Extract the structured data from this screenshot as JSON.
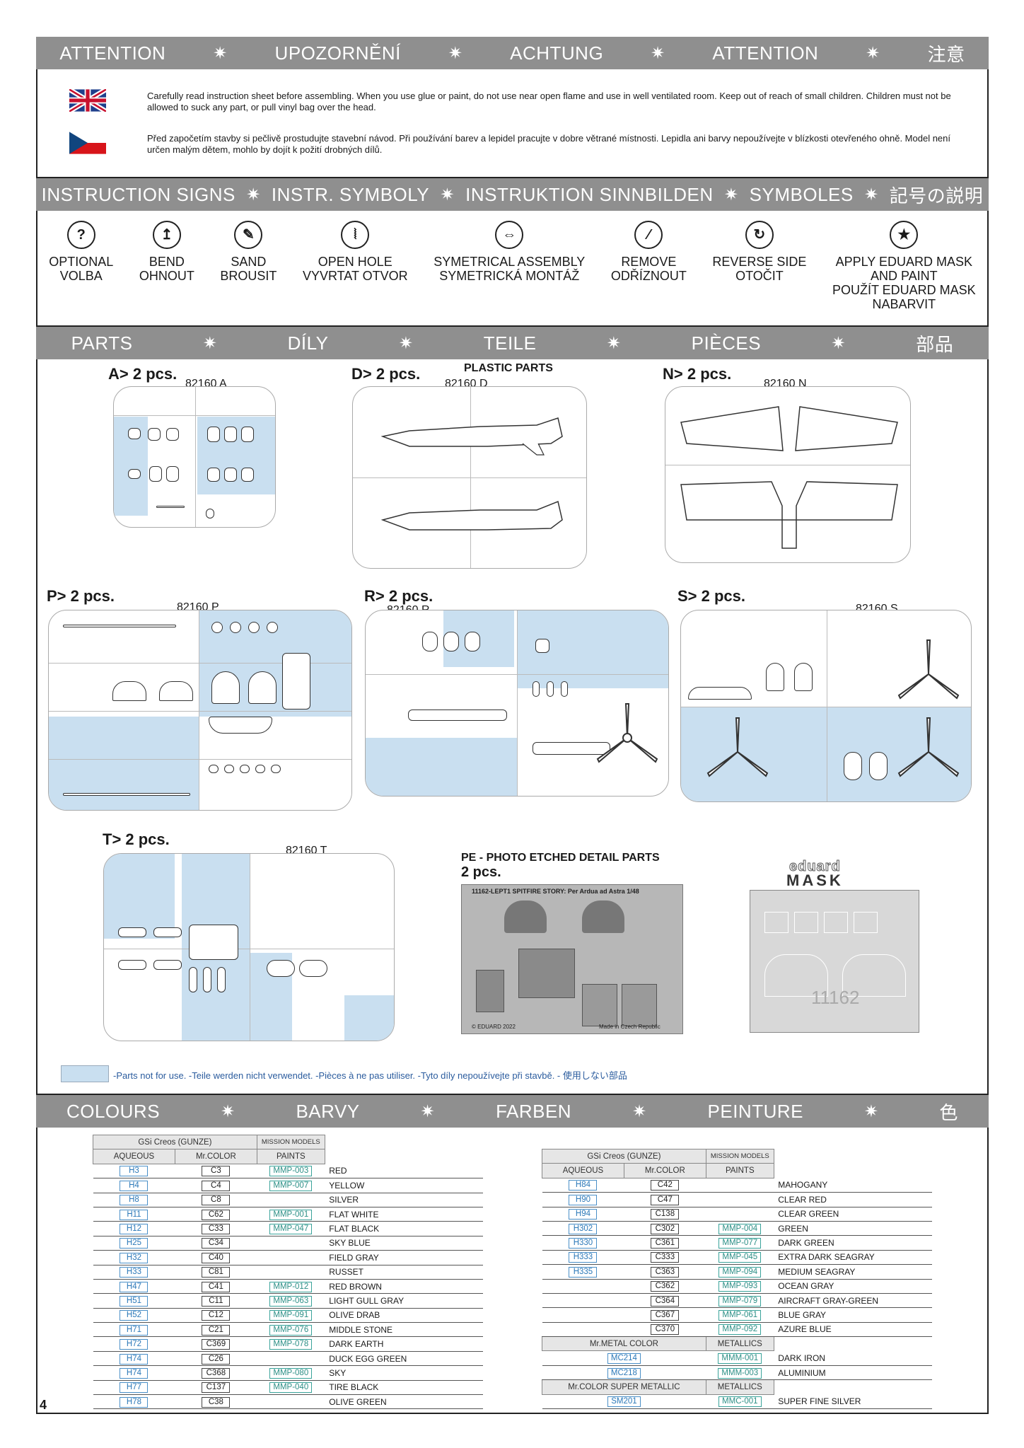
{
  "attention": {
    "labels": [
      "ATTENTION",
      "UPOZORNĚNÍ",
      "ACHTUNG",
      "ATTENTION",
      "注意"
    ],
    "separator": "✷"
  },
  "warnings": {
    "en": "Carefully read instruction sheet before assembling. When you use glue or paint, do not use near open flame and use in well ventilated room. Keep out of reach of small children. Children must not be allowed to suck any part, or pull vinyl bag over the head.",
    "cz": "Před započetím stavby si pečlivě prostudujte stavební návod. Při používání barev a lepidel pracujte v dobre větrané místnosti. Lepidla ani barvy nepoužívejte v blízkosti otevřeného ohně. Model není určen malým dětem, mohlo by dojít k požití drobných dílů."
  },
  "signs_header": {
    "labels": [
      "INSTRUCTION SIGNS",
      "INSTR. SYMBOLY",
      "INSTRUKTION SINNBILDEN",
      "SYMBOLES",
      "記号の説明"
    ]
  },
  "signs": [
    {
      "icon": "question-icon",
      "glyph": "?",
      "l1": "OPTIONAL",
      "l2": "VOLBA",
      "l3": "",
      "l4": ""
    },
    {
      "icon": "bend-icon",
      "glyph": "↥",
      "l1": "BEND",
      "l2": "OHNOUT",
      "l3": "",
      "l4": ""
    },
    {
      "icon": "sand-icon",
      "glyph": "✎",
      "l1": "SAND",
      "l2": "BROUSIT",
      "l3": "",
      "l4": ""
    },
    {
      "icon": "drill-icon",
      "glyph": "⦚",
      "l1": "OPEN HOLE",
      "l2": "VYVRTAT OTVOR",
      "l3": "",
      "l4": ""
    },
    {
      "icon": "symmetric-icon",
      "glyph": "⇔",
      "l1": "SYMETRICAL ASSEMBLY",
      "l2": "SYMETRICKÁ MONTÁŽ",
      "l3": "",
      "l4": ""
    },
    {
      "icon": "cut-icon",
      "glyph": "⁄",
      "l1": "REMOVE",
      "l2": "ODŘÍZNOUT",
      "l3": "",
      "l4": ""
    },
    {
      "icon": "reverse-icon",
      "glyph": "↻",
      "l1": "REVERSE SIDE",
      "l2": "OTOČIT",
      "l3": "",
      "l4": ""
    },
    {
      "icon": "mask-star-icon",
      "glyph": "★",
      "l1": "APPLY EDUARD MASK",
      "l2": "AND PAINT",
      "l3": "POUŽÍT EDUARD MASK",
      "l4": "NABARVIT"
    }
  ],
  "parts_header": {
    "labels": [
      "PARTS",
      "DÍLY",
      "TEILE",
      "PIÈCES",
      "部品"
    ]
  },
  "sprues": {
    "A": {
      "label": "A> 2 pcs.",
      "code": "82160 A"
    },
    "D": {
      "label": "D> 2 pcs.",
      "code": "82160 D",
      "title": "PLASTIC PARTS"
    },
    "N": {
      "label": "N> 2 pcs.",
      "code": "82160 N"
    },
    "P": {
      "label": "P> 2 pcs.",
      "code": "82160 P"
    },
    "R": {
      "label": "R> 2 pcs.",
      "code": "82160 R"
    },
    "S": {
      "label": "S> 2 pcs.",
      "code": "82160 S"
    },
    "T": {
      "label": "T> 2 pcs.",
      "code": "82160 T"
    }
  },
  "pe": {
    "title": "PE - PHOTO ETCHED DETAIL PARTS",
    "count": "2 pcs.",
    "fret_title": "11162-LEPT1  SPITFIRE STORY: Per Ardua ad Astra  1/48",
    "copyright": "© EDUARD 2022",
    "made_in": "Made in Czech Republic"
  },
  "mask": {
    "brand": "eduard",
    "title": "MASK",
    "number": "11162"
  },
  "legend": "-Parts not for use. -Teile werden nicht verwendet. -Pièces à ne pas utiliser. -Tyto díly nepoužívejte při stavbě. -  使用しない部品",
  "colours_header": {
    "labels": [
      "COLOURS",
      "BARVY",
      "FARBEN",
      "PEINTURE",
      "色"
    ]
  },
  "colour_table_headers": {
    "brand": "GSi Creos (GUNZE)",
    "mission": "MISSION MODELS",
    "aqueous": "AQUEOUS",
    "mrcolor": "Mr.COLOR",
    "paints": "PAINTS"
  },
  "colours_left": [
    [
      "H3",
      "C3",
      "MMP-003",
      "RED"
    ],
    [
      "H4",
      "C4",
      "MMP-007",
      "YELLOW"
    ],
    [
      "H8",
      "C8",
      "",
      "SILVER"
    ],
    [
      "H11",
      "C62",
      "MMP-001",
      "FLAT WHITE"
    ],
    [
      "H12",
      "C33",
      "MMP-047",
      "FLAT BLACK"
    ],
    [
      "H25",
      "C34",
      "",
      "SKY BLUE"
    ],
    [
      "H32",
      "C40",
      "",
      "FIELD GRAY"
    ],
    [
      "H33",
      "C81",
      "",
      "RUSSET"
    ],
    [
      "H47",
      "C41",
      "MMP-012",
      "RED BROWN"
    ],
    [
      "H51",
      "C11",
      "MMP-063",
      "LIGHT GULL GRAY"
    ],
    [
      "H52",
      "C12",
      "MMP-091",
      "OLIVE DRAB"
    ],
    [
      "H71",
      "C21",
      "MMP-076",
      "MIDDLE STONE"
    ],
    [
      "H72",
      "C369",
      "MMP-078",
      "DARK EARTH"
    ],
    [
      "H74",
      "C26",
      "",
      "DUCK EGG GREEN"
    ],
    [
      "H74",
      "C368",
      "MMP-080",
      "SKY"
    ],
    [
      "H77",
      "C137",
      "MMP-040",
      "TIRE BLACK"
    ],
    [
      "H78",
      "C38",
      "",
      "OLIVE GREEN"
    ]
  ],
  "colours_right": [
    [
      "H84",
      "C42",
      "",
      "MAHOGANY"
    ],
    [
      "H90",
      "C47",
      "",
      "CLEAR RED"
    ],
    [
      "H94",
      "C138",
      "",
      "CLEAR GREEN"
    ],
    [
      "H302",
      "C302",
      "MMP-004",
      "GREEN"
    ],
    [
      "H330",
      "C361",
      "MMP-077",
      "DARK GREEN"
    ],
    [
      "H333",
      "C333",
      "MMP-045",
      "EXTRA DARK SEAGRAY"
    ],
    [
      "H335",
      "C363",
      "MMP-094",
      "MEDIUM SEAGRAY"
    ],
    [
      "",
      "C362",
      "MMP-093",
      "OCEAN GRAY"
    ],
    [
      "",
      "C364",
      "MMP-079",
      "AIRCRAFT GRAY-GREEN"
    ],
    [
      "",
      "C367",
      "MMP-061",
      "BLUE GRAY"
    ],
    [
      "",
      "C370",
      "MMP-092",
      "AZURE BLUE"
    ]
  ],
  "metal_headers": {
    "metal": "Mr.METAL COLOR",
    "metallics": "METALLICS",
    "super": "Mr.COLOR SUPER METALLIC"
  },
  "metal_rows": [
    [
      "MC214",
      "MMM-001",
      "DARK IRON"
    ],
    [
      "MC218",
      "MMM-003",
      "ALUMINIUM"
    ]
  ],
  "super_rows": [
    [
      "SM201",
      "MMC-001",
      "SUPER FINE SILVER"
    ]
  ],
  "page_number": "4"
}
